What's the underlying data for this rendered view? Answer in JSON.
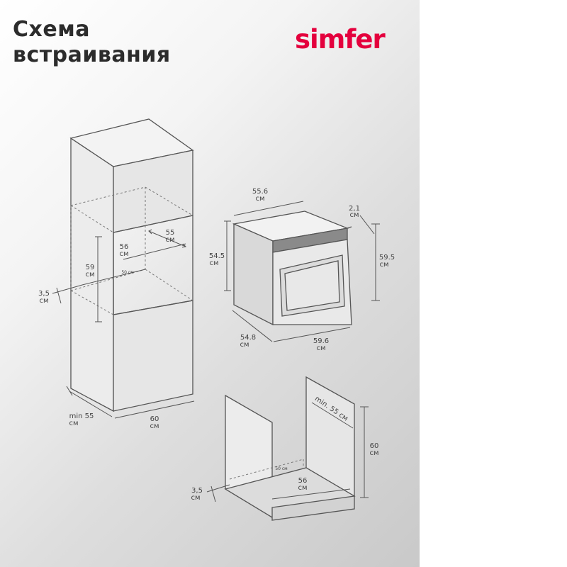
{
  "title_line1": "Схема",
  "title_line2": "встраивания",
  "brand": "simfer",
  "brand_color": "#e4003d",
  "column": {
    "niche_depth_value": "55",
    "niche_depth_unit": "см",
    "niche_width_value": "56",
    "niche_width_unit": "см",
    "niche_height_value": "59",
    "niche_height_unit": "см",
    "gap_value": "3,5",
    "gap_unit": "см",
    "small_label": "50 см",
    "depth_value": "min 55",
    "depth_unit": "см",
    "width_value": "60",
    "width_unit": "см"
  },
  "oven": {
    "top_width_value": "55.6",
    "top_width_unit": "см",
    "panel_thickness_value": "2,1",
    "panel_thickness_unit": "см",
    "body_height_value": "54.5",
    "body_height_unit": "см",
    "front_height_value": "59.5",
    "front_height_unit": "см",
    "depth_value": "54.8",
    "depth_unit": "см",
    "front_width_value": "59.6",
    "front_width_unit": "см"
  },
  "undercounter": {
    "min_depth_label": "min. 55 см",
    "height_value": "60",
    "height_unit": "см",
    "small_label": "50 см",
    "inner_width_value": "56",
    "inner_width_unit": "см",
    "gap_value": "3,5",
    "gap_unit": "см"
  }
}
